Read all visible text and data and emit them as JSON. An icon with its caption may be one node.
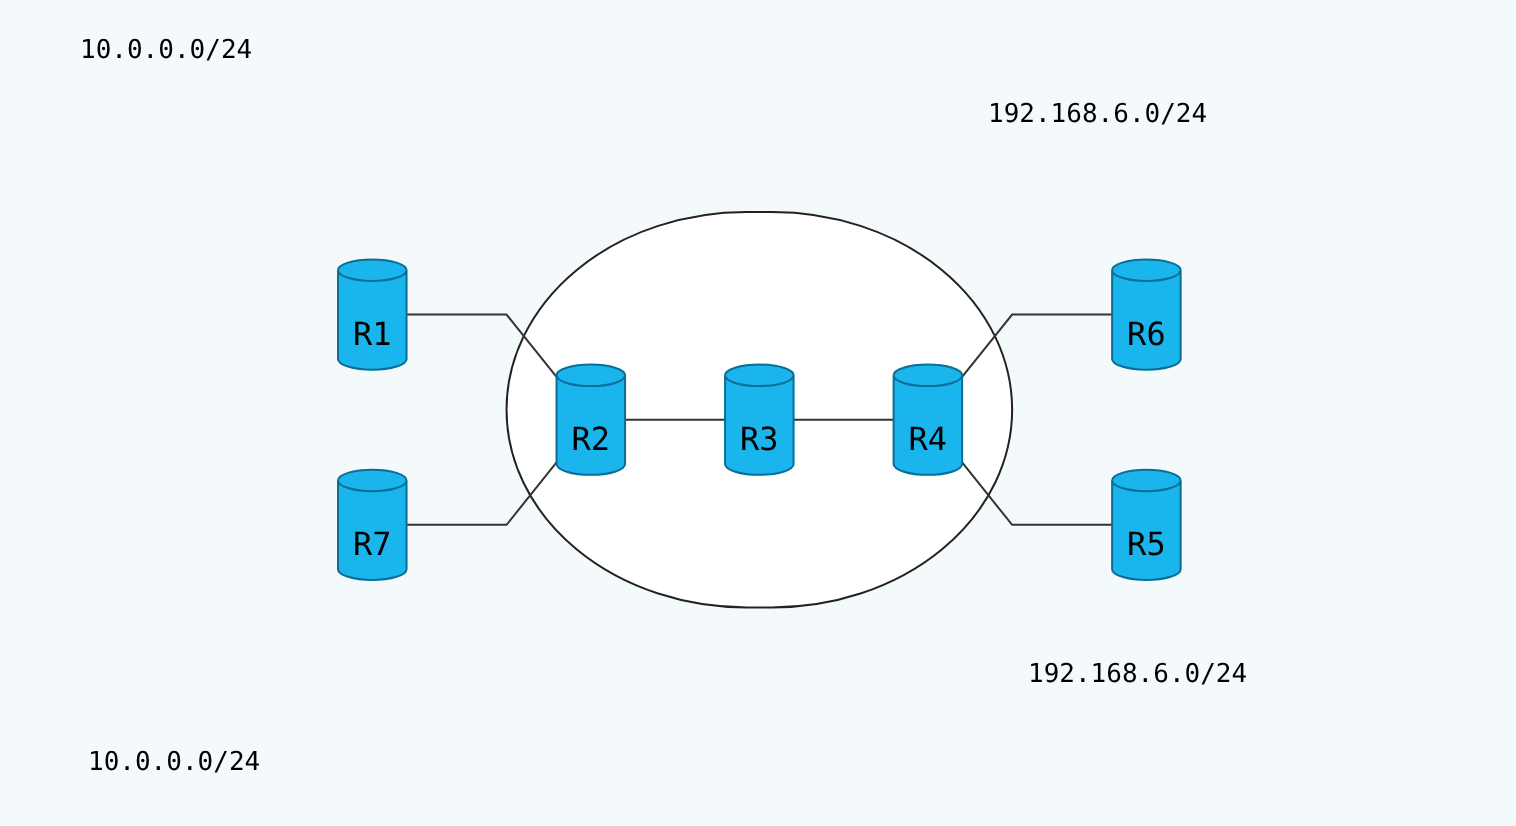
{
  "diagram": {
    "nodes": [
      {
        "text": [
          "R1"
        ]
      },
      {
        "text": [
          "R7"
        ]
      },
      {
        "text": [],
        "shape": "ellipse"
      },
      {
        "text": [
          "R2"
        ],
        "in": 2
      },
      {
        "text": [
          "R3"
        ],
        "in": 2
      },
      {
        "text": [
          "R4"
        ],
        "in": 2
      },
      {
        "text": [
          "R6"
        ]
      },
      {
        "text": [
          "R5"
        ]
      }
    ],
    "edges": [
      {
        "from": 0,
        "to": 3,
        "arrow": "none"
      },
      {
        "from": 1,
        "to": 3,
        "arrow": "none"
      },
      {
        "from": 3,
        "to": 4,
        "arrow": "none"
      },
      {
        "from": 4,
        "to": 5,
        "arrow": "none"
      },
      {
        "from": 5,
        "to": 6,
        "arrow": "none"
      },
      {
        "from": 5,
        "to": 7,
        "arrow": "none"
      }
    ],
    "labels": [
      "10.0.0.0/24",
      "192.168.6.0/24",
      "192.168.6.0/24",
      "10.0.0.0/24"
    ]
  }
}
